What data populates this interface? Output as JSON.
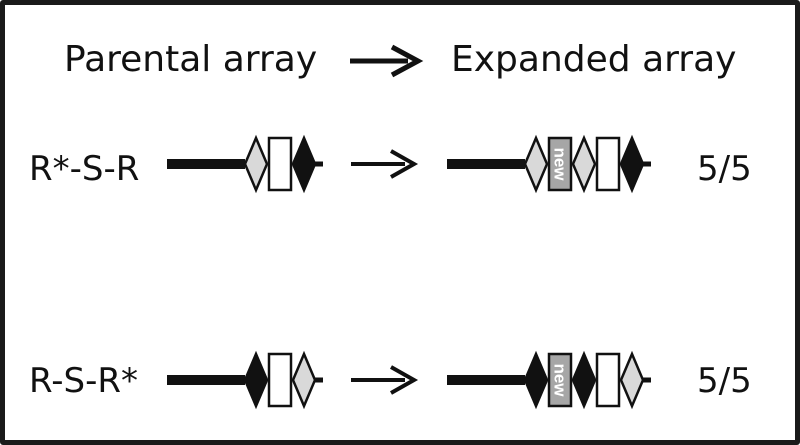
{
  "header": {
    "left": "Parental array",
    "right": "Expanded array"
  },
  "rows": [
    {
      "label": "R*-S-R",
      "ratio": "5/5",
      "parental": [
        "repeat-gray",
        "spacer",
        "repeat-black"
      ],
      "expanded": [
        "repeat-gray",
        "new-spacer",
        "repeat-gray",
        "spacer",
        "repeat-black"
      ]
    },
    {
      "label": "R-S-R*",
      "ratio": "5/5",
      "parental": [
        "repeat-black",
        "spacer",
        "repeat-gray"
      ],
      "expanded": [
        "repeat-black",
        "new-spacer",
        "repeat-black",
        "spacer",
        "repeat-gray"
      ]
    }
  ],
  "new_spacer_text": "new",
  "colors": {
    "repeat_black": "#111111",
    "repeat_gray": "#d9d9d9",
    "spacer": "#ffffff",
    "new_spacer": "#a6a6a6",
    "line": "#111111"
  }
}
